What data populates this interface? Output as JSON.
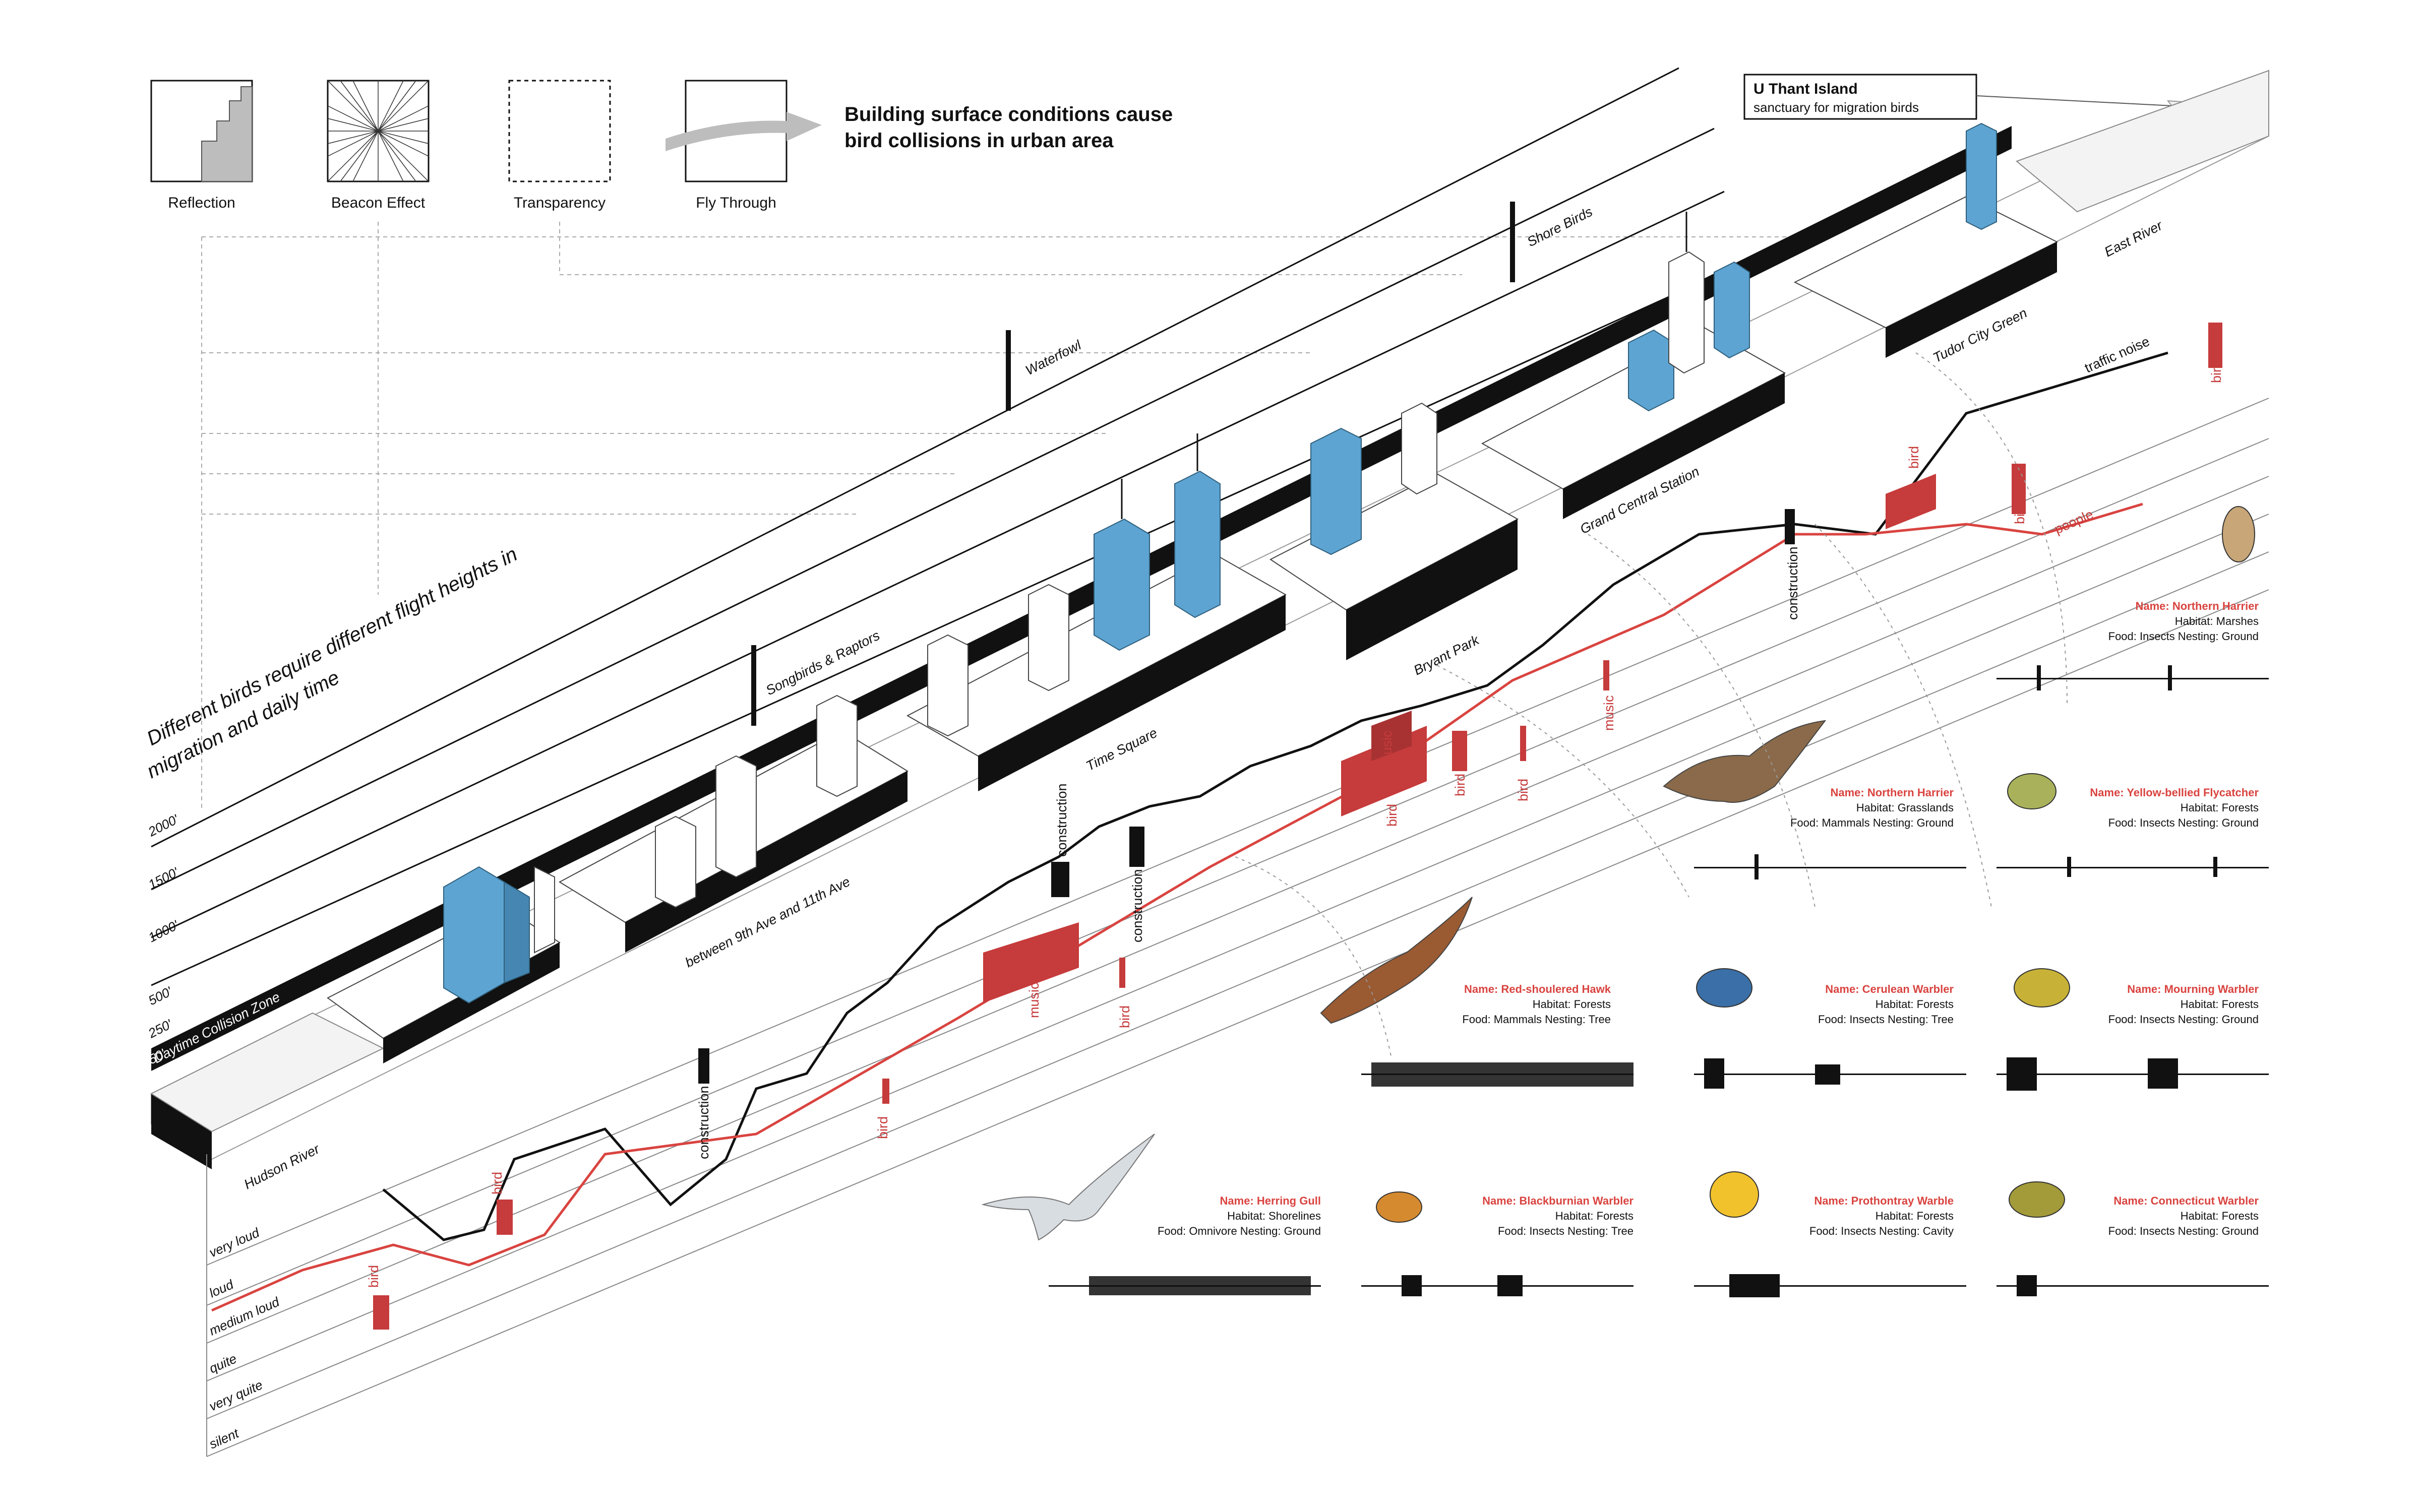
{
  "legend": {
    "items": [
      {
        "label": "Reflection",
        "icon": "reflection-icon"
      },
      {
        "label": "Beacon Effect",
        "icon": "beacon-effect-icon"
      },
      {
        "label": "Transparency",
        "icon": "transparency-icon"
      },
      {
        "label": "Fly Through",
        "icon": "fly-through-icon"
      }
    ],
    "headline_line1": "Building surface conditions cause",
    "headline_line2": "bird collisions in urban area"
  },
  "island": {
    "title": "U Thant Island",
    "subtitle": "sanctuary for migration birds"
  },
  "heights": {
    "title_line1": "Different birds require different flight heights in",
    "title_line2": "migration and daily time",
    "levels": [
      "2000'",
      "1500'",
      "1000'",
      "500'",
      "250'",
      "50'"
    ],
    "zone_label": "Daytime Collision Zone",
    "groups": [
      "Songbirds & Raptors",
      "Waterfowl",
      "Shore Birds"
    ]
  },
  "locations": [
    "Hudson River",
    "between 9th Ave and 11th Ave",
    "Time Square",
    "Bryant Park",
    "Grand Central Station",
    "Tudor City Green",
    "East River"
  ],
  "noise": {
    "levels": [
      "very loud",
      "loud",
      "medium loud",
      "quite",
      "very quite",
      "silent"
    ],
    "series": [
      "traffic noise",
      "people"
    ],
    "events": {
      "construction": "construction",
      "bird": "bird",
      "music": "music"
    }
  },
  "birds": [
    {
      "name": "Name: Herring Gull",
      "habitat": "Habitat: Shorelines",
      "food": "Food: Omnivore  Nesting: Ground"
    },
    {
      "name": "Name: Blackburnian Warbler",
      "habitat": "Habitat: Forests",
      "food": "Food: Insects  Nesting: Tree"
    },
    {
      "name": "Name: Prothontray Warble",
      "habitat": "Habitat: Forests",
      "food": "Food: Insects  Nesting: Cavity"
    },
    {
      "name": "Name: Connecticut Warbler",
      "habitat": "Habitat: Forests",
      "food": "Food: Insects  Nesting: Ground"
    },
    {
      "name": "Name: Red-shoulered Hawk",
      "habitat": "Habitat: Forests",
      "food": "Food: Mammals  Nesting: Tree"
    },
    {
      "name": "Name: Cerulean Warbler",
      "habitat": "Habitat: Forests",
      "food": "Food: Insects  Nesting: Tree"
    },
    {
      "name": "Name: Mourning Warbler",
      "habitat": "Habitat: Forests",
      "food": "Food: Insects  Nesting: Ground"
    },
    {
      "name": "Name: Northern Harrier",
      "habitat": "Habitat: Grasslands",
      "food": "Food: Mammals  Nesting: Ground"
    },
    {
      "name": "Name: Yellow-bellied Flycatcher",
      "habitat": "Habitat: Forests",
      "food": "Food: Insects  Nesting: Ground"
    },
    {
      "name": "Name: Northern Harrier",
      "habitat": "Habitat: Marshes",
      "food": "Food: Insects  Nesting: Ground"
    }
  ],
  "colors": {
    "accent": "#d94440",
    "building_blue": "#5da4d2",
    "noise_bar": "#c63b3b",
    "ink": "#111111"
  }
}
